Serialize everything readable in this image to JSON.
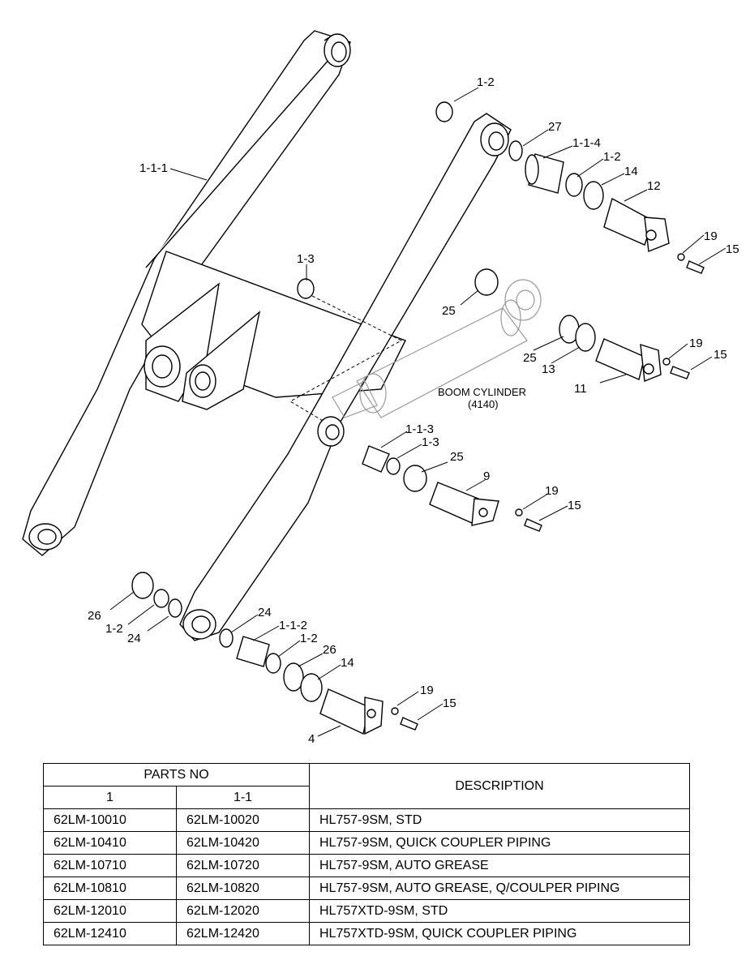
{
  "diagram": {
    "cylinder_label_1": "BOOM CYLINDER",
    "cylinder_label_2": "(4140)",
    "callouts": {
      "c_1_1_1": "1-1-1",
      "c_1_2_top": "1-2",
      "c_27": "27",
      "c_1_1_4": "1-1-4",
      "c_1_2_b": "1-2",
      "c_14_a": "14",
      "c_12": "12",
      "c_19_a": "19",
      "c_15_a": "15",
      "c_1_3_a": "1-3",
      "c_25_a": "25",
      "c_25_b": "25",
      "c_13": "13",
      "c_19_b": "19",
      "c_15_b": "15",
      "c_11": "11",
      "c_1_1_3": "1-1-3",
      "c_1_3_b": "1-3",
      "c_25_c": "25",
      "c_9": "9",
      "c_19_c": "19",
      "c_15_c": "15",
      "c_26_a": "26",
      "c_1_2_c": "1-2",
      "c_24_a": "24",
      "c_24_b": "24",
      "c_1_1_2": "1-1-2",
      "c_1_2_d": "1-2",
      "c_26_b": "26",
      "c_14_b": "14",
      "c_19_d": "19",
      "c_15_d": "15",
      "c_4": "4"
    }
  },
  "table": {
    "header_parts_no": "PARTS NO",
    "header_col1": "1",
    "header_col2": "1-1",
    "header_description": "DESCRIPTION",
    "rows": [
      {
        "part1": "62LM-10010",
        "part11": "62LM-10020",
        "description": "HL757-9SM, STD"
      },
      {
        "part1": "62LM-10410",
        "part11": "62LM-10420",
        "description": "HL757-9SM, QUICK COUPLER PIPING"
      },
      {
        "part1": "62LM-10710",
        "part11": "62LM-10720",
        "description": "HL757-9SM, AUTO GREASE"
      },
      {
        "part1": "62LM-10810",
        "part11": "62LM-10820",
        "description": "HL757-9SM, AUTO GREASE, Q/COULPER PIPING"
      },
      {
        "part1": "62LM-12010",
        "part11": "62LM-12020",
        "description": "HL757XTD-9SM, STD"
      },
      {
        "part1": "62LM-12410",
        "part11": "62LM-12420",
        "description": "HL757XTD-9SM, QUICK COUPLER PIPING"
      }
    ]
  }
}
